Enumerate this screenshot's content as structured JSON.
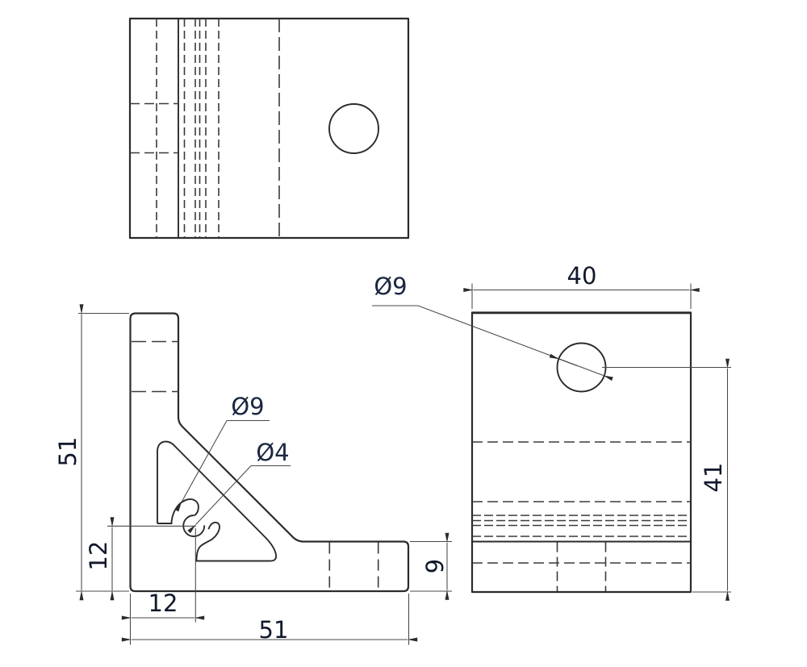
{
  "drawing": {
    "background": "#ffffff",
    "outline_color": "#2b2b2b",
    "hidden_line_color": "#3a3a3a",
    "dim_line_color": "#47484c",
    "dim_text_color": "#10182b",
    "dia_text_color": "#1b2742",
    "dimensions": {
      "front_height": "51",
      "front_width": "51",
      "corner_hole_offset_vertical": "12",
      "corner_hole_offset_horizontal": "12",
      "base_thickness": "9",
      "side_depth": "40",
      "side_hole_to_bottom": "41",
      "front_counterbore_dia": "Ø9",
      "front_pilot_hole_dia": "Ø4",
      "side_hole_dia": "Ø9"
    }
  }
}
